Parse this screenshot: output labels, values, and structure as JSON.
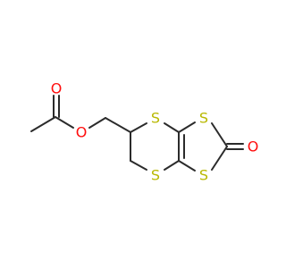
{
  "molecule": {
    "atoms": [
      {
        "id": "o_carbonyl_ester",
        "symbol": "O",
        "color": "#ff0d0d"
      },
      {
        "id": "o_ester",
        "symbol": "O",
        "color": "#ff0d0d"
      },
      {
        "id": "s_ring_top",
        "symbol": "S",
        "color": "#b8b800"
      },
      {
        "id": "s_ring_bottom",
        "symbol": "S",
        "color": "#b8b800"
      },
      {
        "id": "s_dithiole_top",
        "symbol": "S",
        "color": "#b8b800"
      },
      {
        "id": "s_dithiole_bottom",
        "symbol": "S",
        "color": "#b8b800"
      },
      {
        "id": "o_ketone",
        "symbol": "O",
        "color": "#ff0d0d"
      }
    ],
    "bond_color": "#2b2b2b",
    "sulfur_color": "#b8b800",
    "oxygen_color": "#ff0d0d"
  }
}
